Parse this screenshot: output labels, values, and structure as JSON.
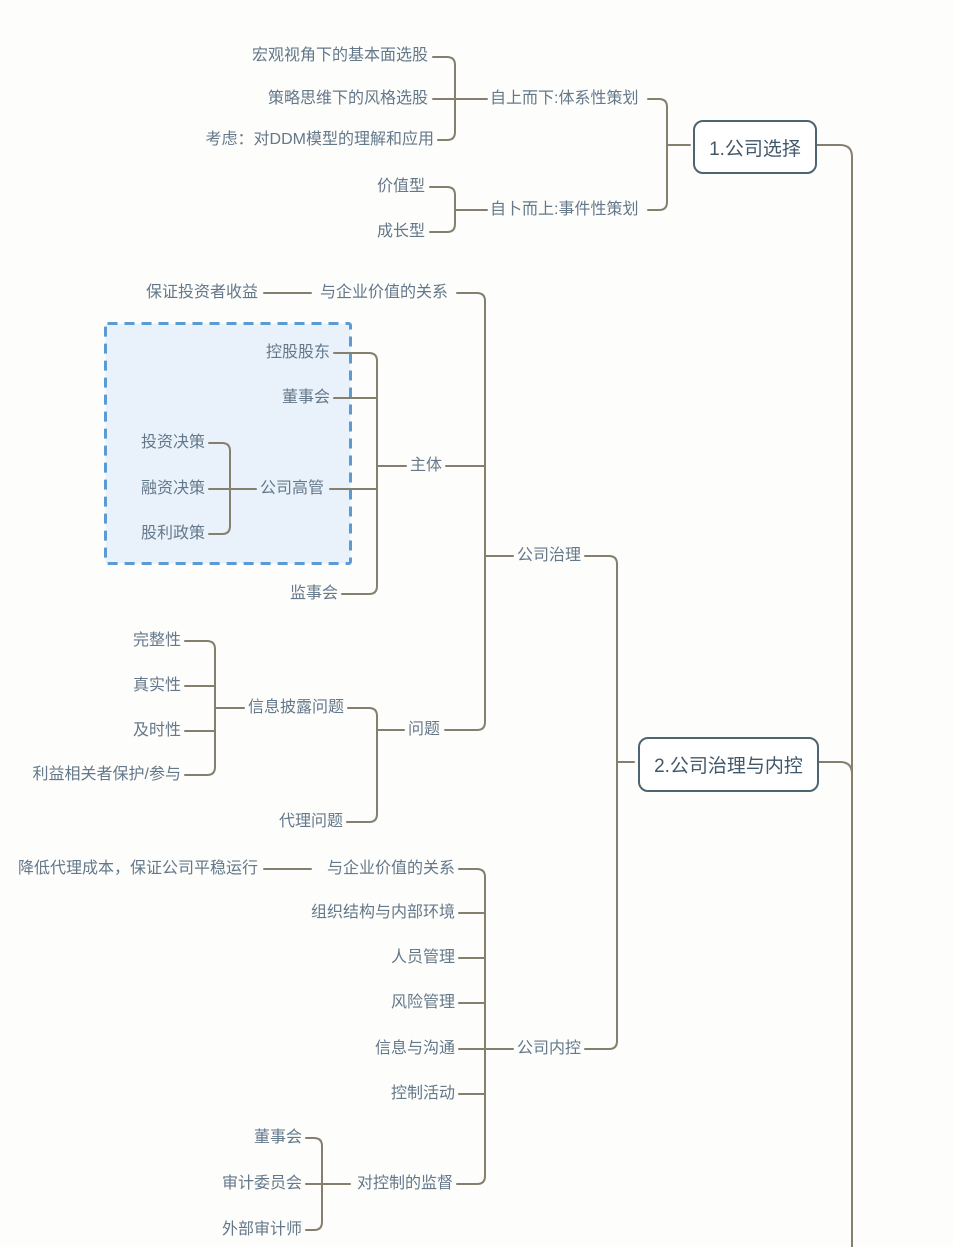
{
  "mindmap": {
    "company_selection": {
      "label": "1.公司选择",
      "top_down": {
        "label": "自上而下:体系性策划",
        "children": [
          "宏观视角下的基本面选股",
          "策略思维下的风格选股",
          "考虑：对DDM模型的理解和应用"
        ]
      },
      "bottom_up": {
        "label": "自卜而上:事件性策划",
        "children": [
          "价值型",
          "成长型"
        ]
      }
    },
    "governance_and_internal_control": {
      "label": "2.公司治理与内控",
      "governance": {
        "label": "公司治理",
        "value_relation": {
          "label": "与企业价值的关系",
          "note": "保证投资者收益"
        },
        "subject": {
          "label": "主体",
          "children": [
            "控股股东",
            "董事会",
            "公司高管",
            "监事会"
          ],
          "executive_decisions": [
            "投资决策",
            "融资决策",
            "股利政策"
          ]
        },
        "problems": {
          "label": "问题",
          "information_disclosure": {
            "label": "信息披露问题",
            "children": [
              "完整性",
              "真实性",
              "及时性",
              "利益相关者保护/参与"
            ]
          },
          "agency": {
            "label": "代理问题"
          }
        }
      },
      "internal_control": {
        "label": "公司内控",
        "value_relation": {
          "label": "与企业价值的关系",
          "note": "降低代理成本，保证公司平稳运行"
        },
        "components": [
          "组织结构与内部环境",
          "人员管理",
          "风险管理",
          "信息与沟通",
          "控制活动"
        ],
        "supervision": {
          "label": "对控制的监督",
          "children": [
            "董事会",
            "审计委员会",
            "外部审计师"
          ]
        }
      }
    }
  },
  "colors": {
    "connector_line": "#857f6e",
    "node_text": "#64788a",
    "topic_border": "#4d6572",
    "topic_text": "#40586a",
    "highlight_box_border": "#5b9ad2",
    "highlight_box_fill": "#e9f2fb"
  }
}
